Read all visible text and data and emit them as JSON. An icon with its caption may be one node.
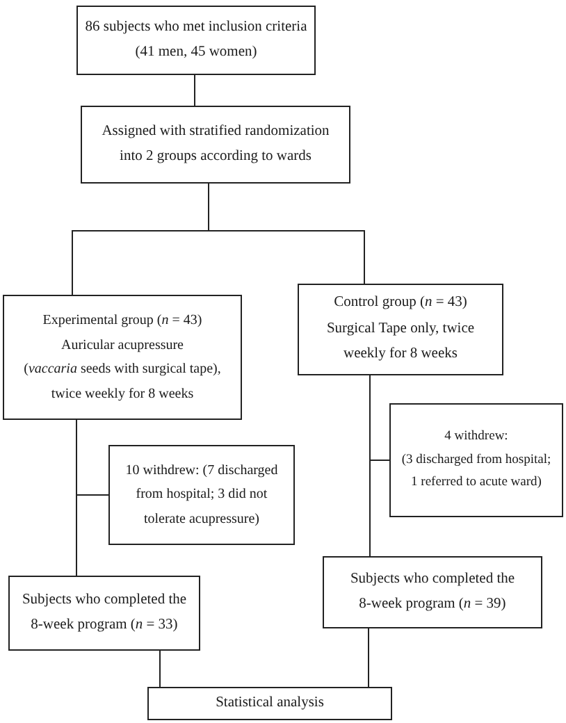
{
  "diagram": {
    "nodes": [
      {
        "text": [
          "86 subjects who met inclusion criteria (41 men, 45 women)"
        ]
      },
      {
        "text": [
          "Assigned with stratified randomization into 2 groups according to wards"
        ]
      },
      {
        "text": [
          "Experimental group (*n* = 43)",
          "Auricular acupressure",
          "(*vaccaria* seeds with surgical tape), twice weekly for 8 weeks"
        ]
      },
      {
        "text": [
          "Control group (*n* = 43)",
          "Surgical Tape only, twice weekly for 8 weeks"
        ]
      },
      {
        "text": [
          "10 withdrew: (7 discharged from hospital; 3 did not tolerate acupressure)"
        ]
      },
      {
        "text": [
          "4 withdrew:",
          "(3 discharged from hospital; 1 referred to acute ward)"
        ]
      },
      {
        "text": [
          "Subjects who completed the 8-week program (*n* = 33)"
        ]
      },
      {
        "text": [
          "Subjects who completed the 8-week program (*n* = 39)"
        ]
      },
      {
        "text": [
          "Statistical analysis"
        ]
      }
    ],
    "edges": [
      {
        "from": 0,
        "to": 1,
        "arrow": "none"
      },
      {
        "from": 1,
        "to": 2,
        "arrow": "none"
      },
      {
        "from": 1,
        "to": 3,
        "arrow": "none"
      },
      {
        "from": 2,
        "to": 4,
        "arrow": "none"
      },
      {
        "from": 2,
        "to": 6,
        "arrow": "none"
      },
      {
        "from": 3,
        "to": 5,
        "arrow": "none"
      },
      {
        "from": 3,
        "to": 7,
        "arrow": "none"
      },
      {
        "from": 6,
        "to": 8,
        "arrow": "none"
      },
      {
        "from": 7,
        "to": 8,
        "arrow": "none"
      }
    ]
  }
}
